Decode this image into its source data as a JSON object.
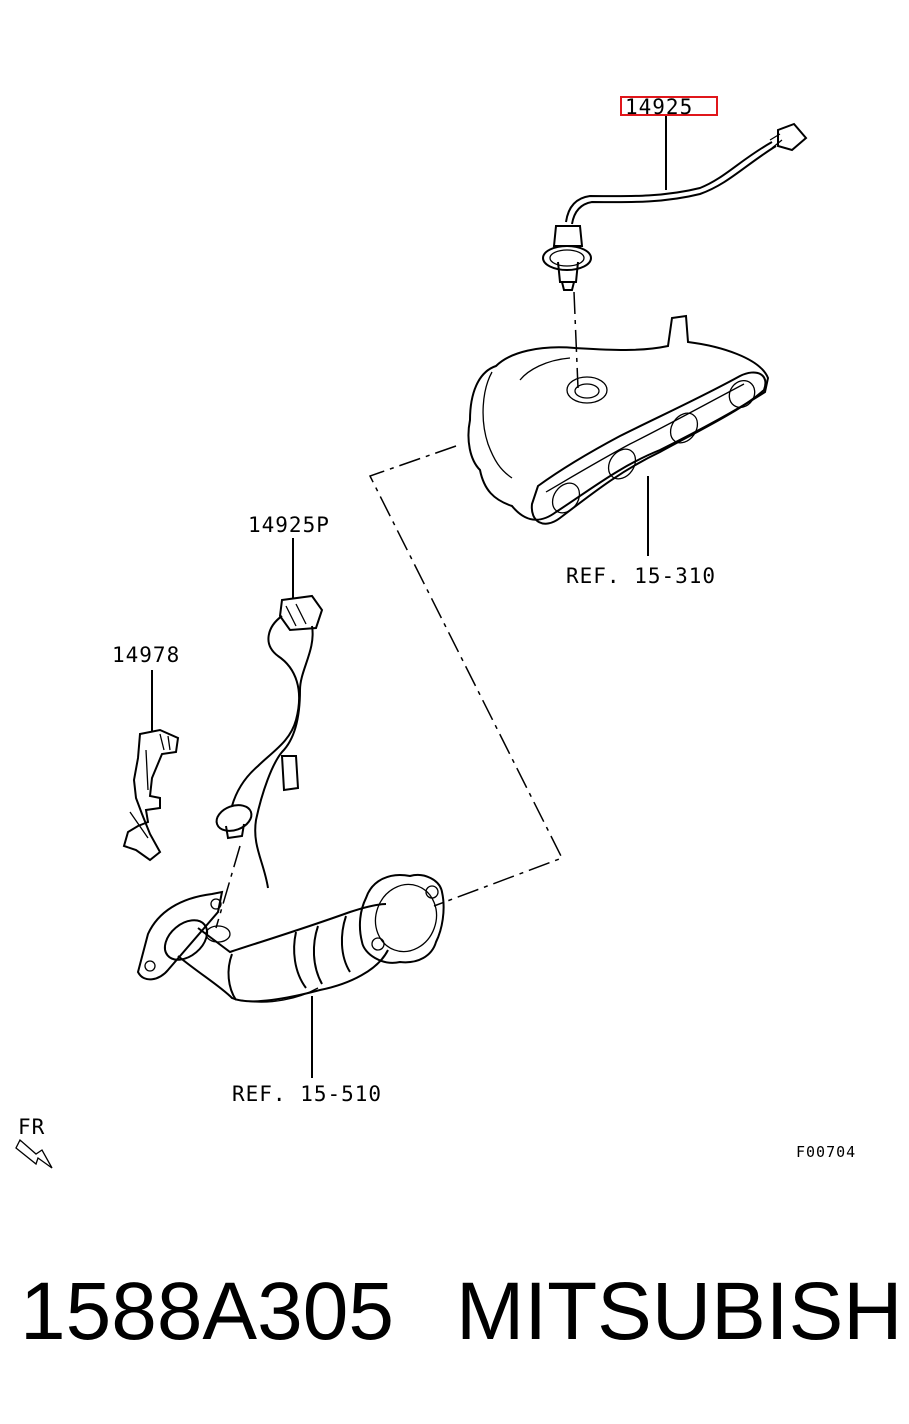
{
  "callouts": {
    "sensor_upper": "14925",
    "sensor_lower": "14925P",
    "bracket": "14978",
    "ref_manifold": "REF. 15-310",
    "ref_pipe": "REF. 15-510",
    "direction": "FR",
    "figure_code": "F00704"
  },
  "footer": {
    "part_number": "1588A305",
    "brand": "MITSUBISHI"
  },
  "colors": {
    "highlight_box": "#e0161b",
    "line": "#000000",
    "background": "#ffffff"
  },
  "icons": [
    "front-direction-arrow-icon"
  ]
}
